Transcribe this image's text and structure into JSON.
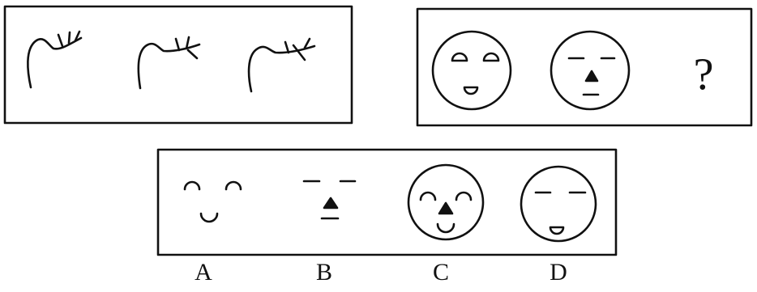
{
  "puzzle": {
    "question_mark": "?",
    "options": [
      {
        "label": "A"
      },
      {
        "label": "B"
      },
      {
        "label": "C"
      },
      {
        "label": "D"
      }
    ]
  }
}
